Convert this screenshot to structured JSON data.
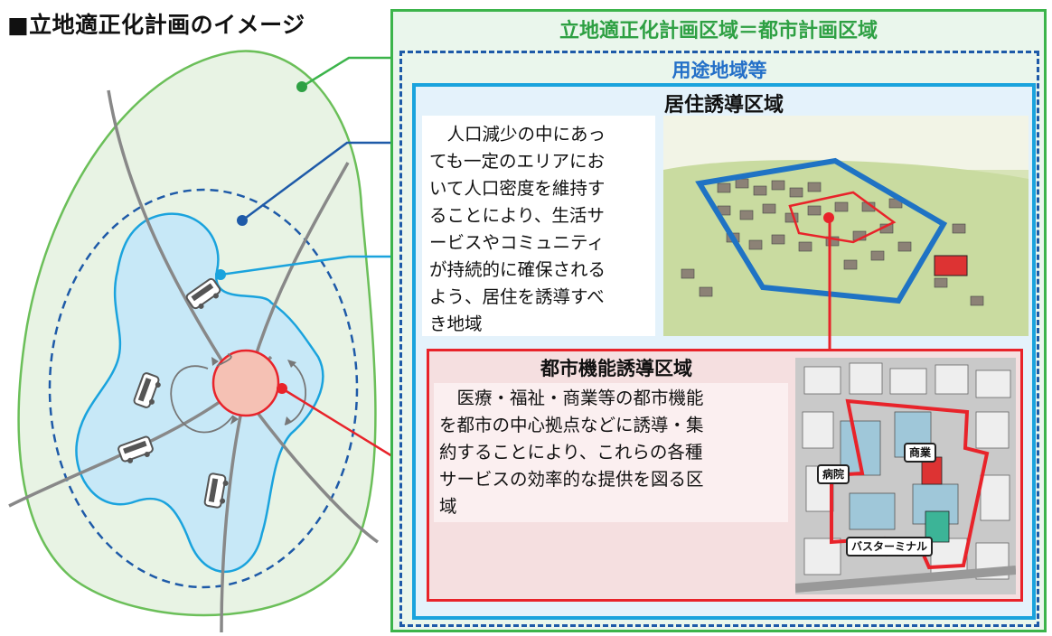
{
  "title": "■立地適正化計画のイメージ",
  "plan_area": {
    "title": "立地適正化計画区域＝都市計画区域",
    "color": "#3cb44b"
  },
  "use_zone": {
    "title": "用途地域等",
    "color": "#1e5aa8"
  },
  "residential": {
    "title": "居住誘導区域",
    "description": "　人口減少の中にあっ\nても一定のエリアにお\nいて人口密度を維持す\nることにより、生活サ\nービスやコミュニティ\nが持続的に確保される\nよう、居住を誘導すべ\nき地域",
    "color": "#1aa3dd"
  },
  "urban_function": {
    "title": "都市機能誘導区域",
    "description": "　医療・福祉・商業等の都市機能\nを都市の中心拠点などに誘導・集\n約することにより、これらの各種\nサービスの効率的な提供を図る区\n域",
    "color": "#e8232a",
    "labels": {
      "hospital": "病院",
      "commerce": "商業",
      "bus_terminal": "バスターミナル"
    }
  }
}
